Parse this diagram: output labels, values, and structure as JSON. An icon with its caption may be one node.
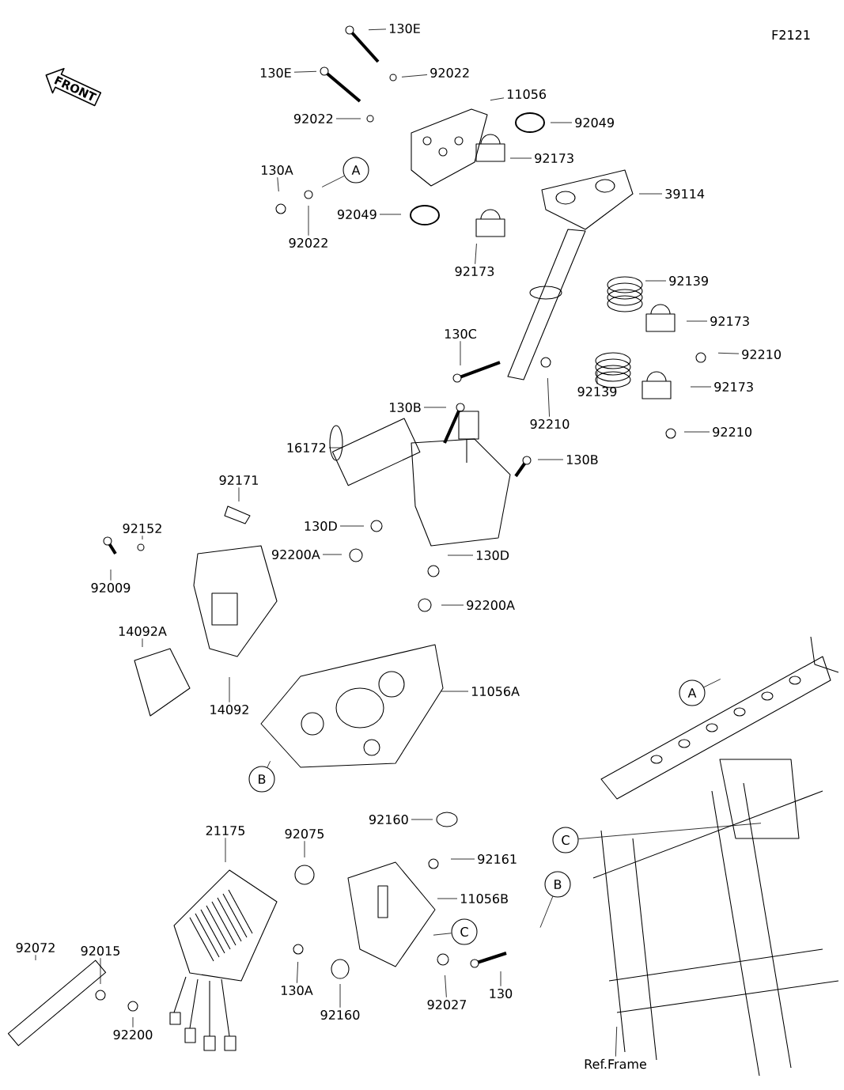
{
  "diagram": {
    "nodes": [
      {
        "text": [
          "FRONT"
        ]
      },
      {
        "text": [
          "130E"
        ]
      },
      {
        "text": [
          "130E"
        ]
      },
      {
        "text": [
          "92022"
        ]
      },
      {
        "text": [
          "11056"
        ]
      },
      {
        "text": [
          "92022"
        ]
      },
      {
        "text": [
          "92049"
        ]
      },
      {
        "text": [
          "92173"
        ]
      },
      {
        "text": [
          "A"
        ]
      },
      {
        "text": [
          "130A"
        ]
      },
      {
        "text": [
          "39114"
        ]
      },
      {
        "text": [
          "92049"
        ]
      },
      {
        "text": [
          "92022"
        ]
      },
      {
        "text": [
          "92173"
        ]
      },
      {
        "text": [
          "92139"
        ]
      },
      {
        "text": [
          "92173"
        ]
      },
      {
        "text": [
          "130C"
        ]
      },
      {
        "text": [
          "92210"
        ]
      },
      {
        "text": [
          "92173"
        ]
      },
      {
        "text": [
          "92139"
        ]
      },
      {
        "text": [
          "130B"
        ]
      },
      {
        "text": [
          "92210"
        ]
      },
      {
        "text": [
          "92210"
        ]
      },
      {
        "text": [
          "16172"
        ]
      },
      {
        "text": [
          "130B"
        ]
      },
      {
        "text": [
          "92171"
        ]
      },
      {
        "text": [
          "92152"
        ]
      },
      {
        "text": [
          "130D"
        ]
      },
      {
        "text": [
          "92200A"
        ]
      },
      {
        "text": [
          "130D"
        ]
      },
      {
        "text": [
          "92009"
        ]
      },
      {
        "text": [
          "92200A"
        ]
      },
      {
        "text": [
          "14092A"
        ]
      },
      {
        "text": [
          "11056A"
        ]
      },
      {
        "text": [
          "A"
        ]
      },
      {
        "text": [
          "14092"
        ]
      },
      {
        "text": [
          "B"
        ]
      },
      {
        "text": [
          "92160"
        ]
      },
      {
        "text": [
          "21175"
        ]
      },
      {
        "text": [
          "92075"
        ]
      },
      {
        "text": [
          "C"
        ]
      },
      {
        "text": [
          "92161"
        ]
      },
      {
        "text": [
          "B"
        ]
      },
      {
        "text": [
          "11056B"
        ]
      },
      {
        "text": [
          "C"
        ]
      },
      {
        "text": [
          "92072"
        ]
      },
      {
        "text": [
          "92015"
        ]
      },
      {
        "text": [
          "130A"
        ]
      },
      {
        "text": [
          "130"
        ]
      },
      {
        "text": [
          "92027"
        ]
      },
      {
        "text": [
          "92160"
        ]
      },
      {
        "text": [
          "92200"
        ]
      },
      {
        "text": [
          "Ref.Frame"
        ]
      }
    ],
    "edges": [
      {
        "from": 1,
        "to": null,
        "arrow": "none"
      },
      {
        "from": 2,
        "to": null,
        "arrow": "none"
      },
      {
        "from": 3,
        "to": null,
        "arrow": "none"
      },
      {
        "from": 4,
        "to": null,
        "arrow": "none"
      },
      {
        "from": 5,
        "to": null,
        "arrow": "none"
      },
      {
        "from": 6,
        "to": null,
        "arrow": "none"
      },
      {
        "from": 7,
        "to": null,
        "arrow": "none"
      },
      {
        "from": 8,
        "to": null,
        "arrow": "none"
      },
      {
        "from": 9,
        "to": null,
        "arrow": "none"
      },
      {
        "from": 10,
        "to": null,
        "arrow": "none"
      },
      {
        "from": 11,
        "to": null,
        "arrow": "none"
      },
      {
        "from": 12,
        "to": null,
        "arrow": "none"
      },
      {
        "from": 13,
        "to": null,
        "arrow": "none"
      },
      {
        "from": 14,
        "to": null,
        "arrow": "none"
      },
      {
        "from": 15,
        "to": null,
        "arrow": "none"
      },
      {
        "from": 16,
        "to": null,
        "arrow": "none"
      },
      {
        "from": 17,
        "to": null,
        "arrow": "none"
      },
      {
        "from": 18,
        "to": null,
        "arrow": "none"
      },
      {
        "from": 19,
        "to": null,
        "arrow": "none"
      },
      {
        "from": 20,
        "to": null,
        "arrow": "none"
      },
      {
        "from": 21,
        "to": null,
        "arrow": "none"
      },
      {
        "from": 22,
        "to": null,
        "arrow": "none"
      },
      {
        "from": 23,
        "to": null,
        "arrow": "none"
      },
      {
        "from": 24,
        "to": null,
        "arrow": "none"
      },
      {
        "from": 25,
        "to": null,
        "arrow": "none"
      },
      {
        "from": 26,
        "to": null,
        "arrow": "none"
      },
      {
        "from": 27,
        "to": null,
        "arrow": "none"
      },
      {
        "from": 28,
        "to": null,
        "arrow": "none"
      },
      {
        "from": 29,
        "to": null,
        "arrow": "none"
      },
      {
        "from": 30,
        "to": null,
        "arrow": "none"
      },
      {
        "from": 31,
        "to": null,
        "arrow": "none"
      },
      {
        "from": 32,
        "to": null,
        "arrow": "none"
      },
      {
        "from": 33,
        "to": null,
        "arrow": "none"
      },
      {
        "from": 34,
        "to": null,
        "arrow": "none"
      },
      {
        "from": 35,
        "to": null,
        "arrow": "none"
      },
      {
        "from": 36,
        "to": null,
        "arrow": "none"
      },
      {
        "from": 37,
        "to": null,
        "arrow": "none"
      },
      {
        "from": 38,
        "to": null,
        "arrow": "none"
      },
      {
        "from": 39,
        "to": null,
        "arrow": "none"
      },
      {
        "from": 40,
        "to": null,
        "arrow": "none"
      },
      {
        "from": 41,
        "to": null,
        "arrow": "none"
      },
      {
        "from": 42,
        "to": null,
        "arrow": "none"
      },
      {
        "from": 43,
        "to": null,
        "arrow": "none"
      },
      {
        "from": 44,
        "to": null,
        "arrow": "none"
      },
      {
        "from": 45,
        "to": null,
        "arrow": "none"
      },
      {
        "from": 46,
        "to": null,
        "arrow": "none"
      },
      {
        "from": 47,
        "to": null,
        "arrow": "none"
      },
      {
        "from": 48,
        "to": null,
        "arrow": "none"
      },
      {
        "from": 49,
        "to": null,
        "arrow": "none"
      },
      {
        "from": 50,
        "to": null,
        "arrow": "none"
      },
      {
        "from": 51,
        "to": null,
        "arrow": "none"
      },
      {
        "from": 52,
        "to": null,
        "arrow": "none"
      }
    ],
    "labels": [
      "F2121"
    ]
  }
}
